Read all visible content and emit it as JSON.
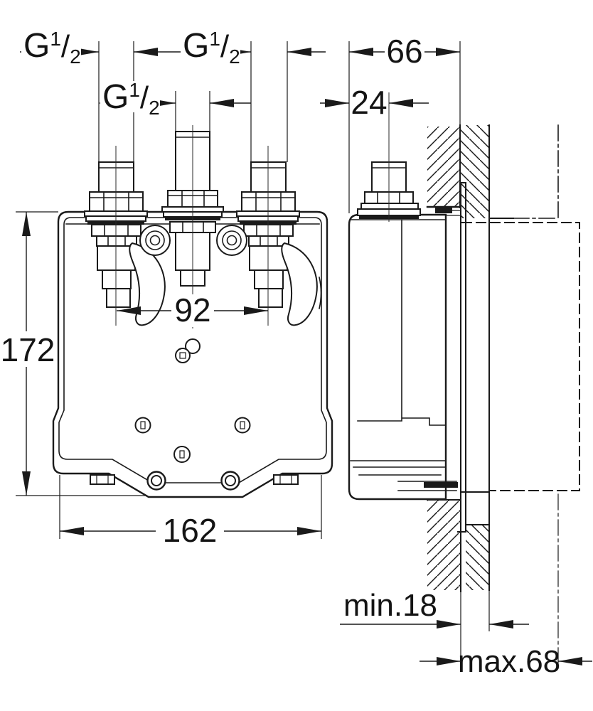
{
  "drawing": {
    "background": "#ffffff",
    "ink": "#1a1a1a",
    "front_view": {
      "thread_label": {
        "base": "G",
        "sup": "1",
        "slash": "/",
        "sub": "2"
      },
      "dim_port_spacing": "92",
      "dim_height": "172",
      "dim_width": "162"
    },
    "side_view": {
      "dim_depth": "66",
      "dim_port_offset": "24",
      "dim_wall_min": "min.18",
      "dim_wall_max": "max.68"
    }
  }
}
